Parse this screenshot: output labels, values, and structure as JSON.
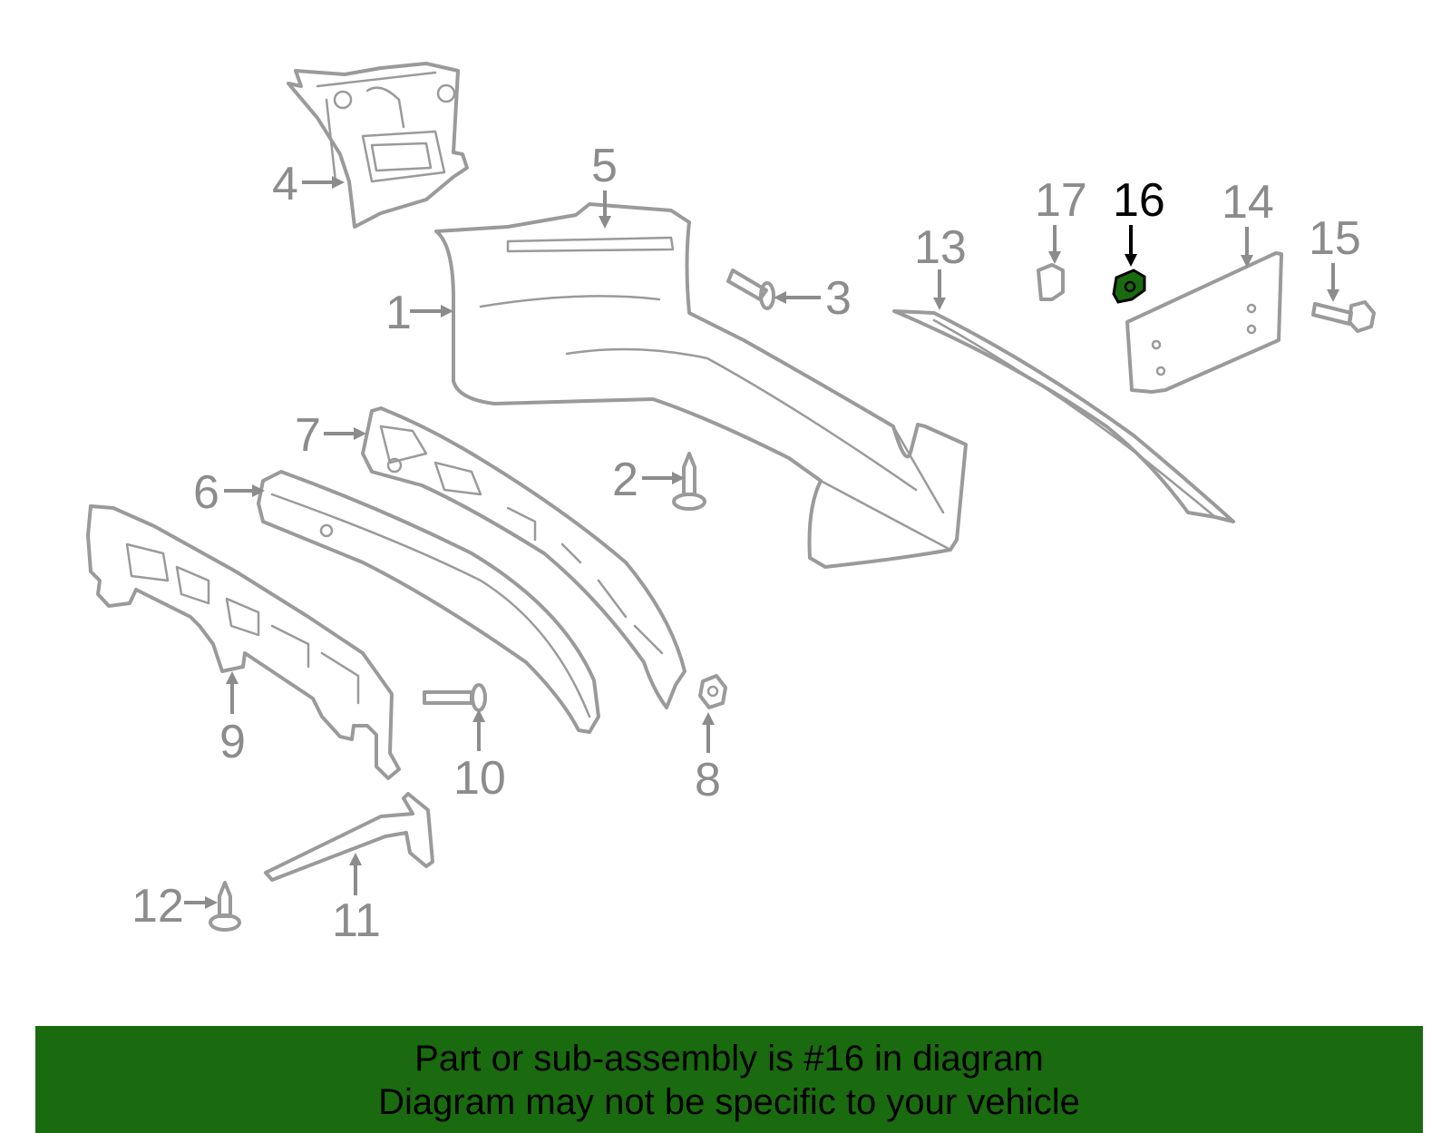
{
  "diagram": {
    "callouts": [
      "1",
      "2",
      "3",
      "4",
      "5",
      "6",
      "7",
      "8",
      "9",
      "10",
      "11",
      "12",
      "13",
      "14",
      "15",
      "16",
      "17"
    ],
    "highlighted_callout": "16",
    "highlight_color": "#1a6b0f",
    "line_color": "#9a9a9a"
  },
  "banner": {
    "line1": "Part or sub-assembly is #16 in diagram",
    "line2": "Diagram may not be specific to your vehicle",
    "background": "#1a6b0f"
  }
}
